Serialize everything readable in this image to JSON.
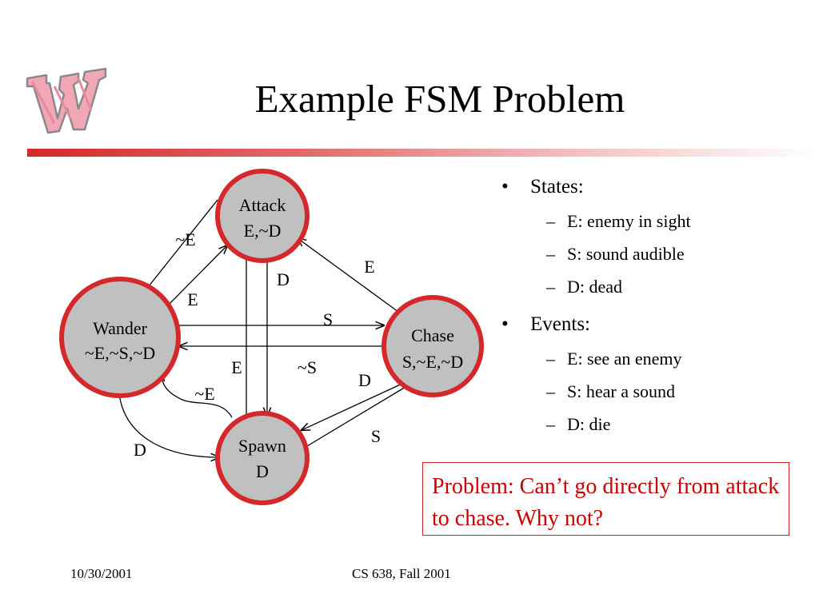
{
  "slide": {
    "title": "Example FSM Problem",
    "logo_icon": "uw-motion-w-logo",
    "accent_color": "#d4282a"
  },
  "diagram": {
    "state_fill": "#c0c0c0",
    "state_border": "#d4282a",
    "states": [
      {
        "id": "attack",
        "name": "Attack",
        "condition": "E,~D"
      },
      {
        "id": "wander",
        "name": "Wander",
        "condition": "~E,~S,~D"
      },
      {
        "id": "chase",
        "name": "Chase",
        "condition": "S,~E,~D"
      },
      {
        "id": "spawn",
        "name": "Spawn",
        "condition": "D"
      }
    ],
    "transitions": [
      {
        "from": "attack",
        "to": "wander",
        "label": "~E"
      },
      {
        "from": "wander",
        "to": "attack",
        "label": "E"
      },
      {
        "from": "attack",
        "to": "spawn",
        "label": "D"
      },
      {
        "from": "chase",
        "to": "attack",
        "label": "E"
      },
      {
        "from": "wander",
        "to": "chase",
        "label": "S"
      },
      {
        "from": "chase",
        "to": "wander",
        "label": "~S"
      },
      {
        "from": "spawn",
        "to": "attack",
        "label": "E"
      },
      {
        "from": "spawn",
        "to": "wander",
        "label": "~E"
      },
      {
        "from": "chase",
        "to": "spawn",
        "label": "D"
      },
      {
        "from": "spawn",
        "to": "chase",
        "label": "S"
      },
      {
        "from": "wander",
        "to": "spawn",
        "label": "D"
      }
    ]
  },
  "bullets": {
    "states_heading": "States:",
    "states_items": [
      "E: enemy in sight",
      "S: sound audible",
      "D: dead"
    ],
    "events_heading": "Events:",
    "events_items": [
      "E: see an enemy",
      "S: hear a sound",
      "D: die"
    ]
  },
  "problem_text": "Problem: Can’t go directly from attack to chase. Why not?",
  "footer": {
    "date": "10/30/2001",
    "course": "CS 638, Fall 2001"
  }
}
